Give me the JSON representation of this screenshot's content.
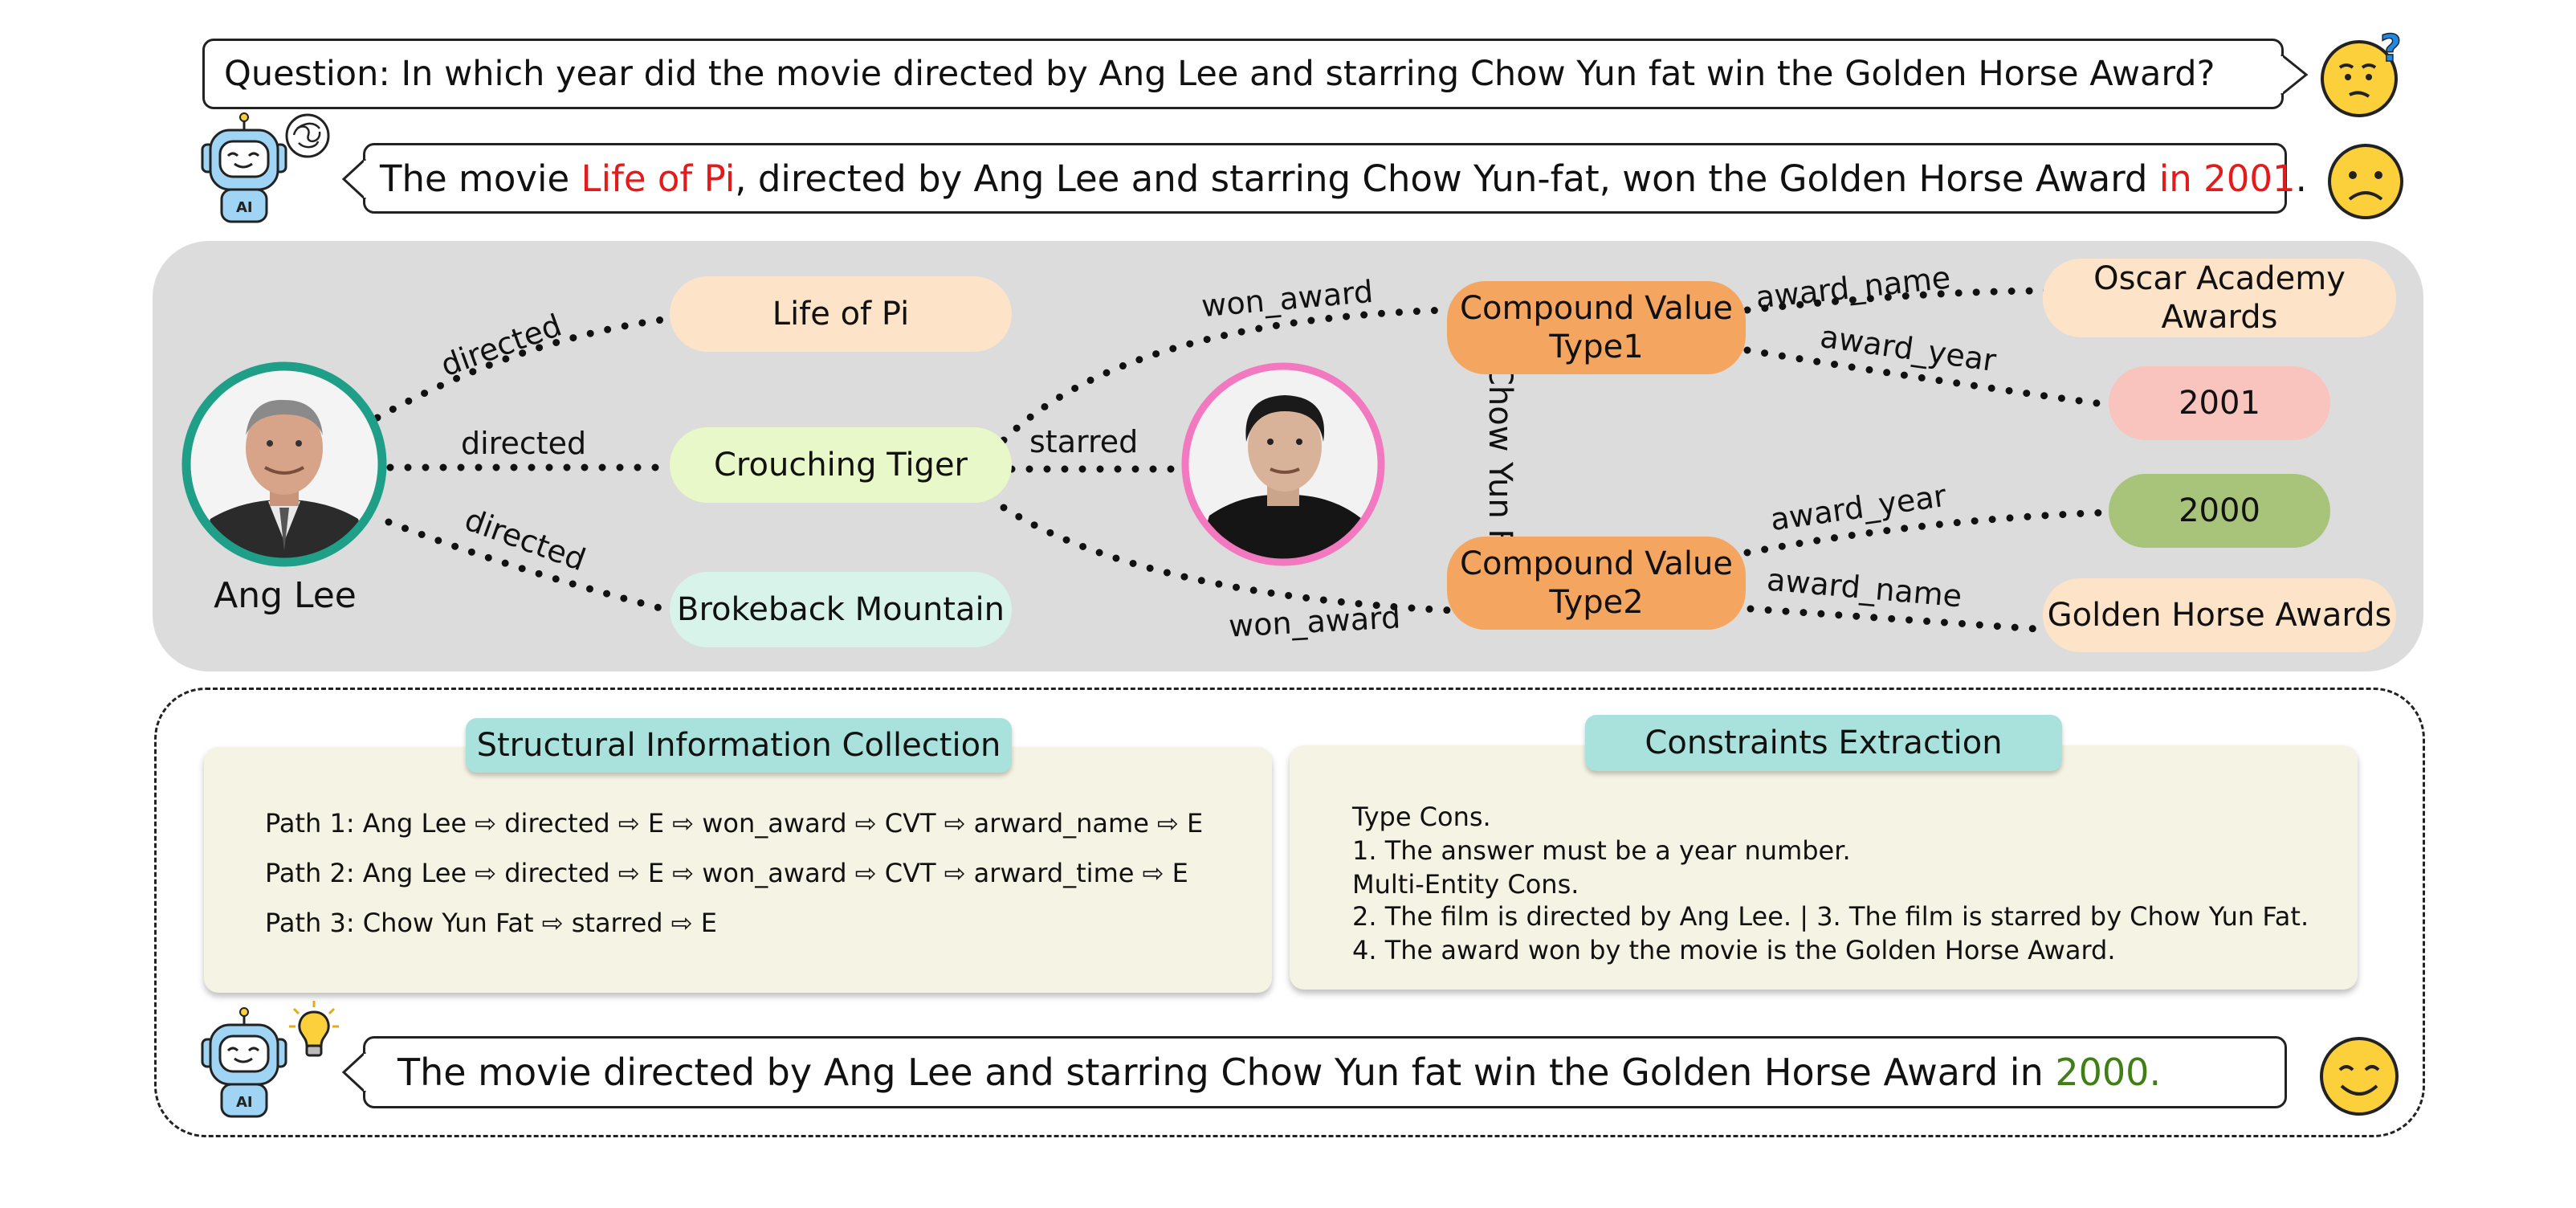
{
  "question": {
    "text": "Question: In which year did the movie directed by Ang Lee and starring Chow Yun fat win the Golden Horse Award?"
  },
  "first_answer": {
    "part1": "The movie ",
    "wrong_movie": "Life of Pi",
    "part2": ", directed by Ang Lee and starring Chow Yun-fat, won the Golden Horse Award ",
    "wrong_year": "in 2001",
    "part3": "."
  },
  "graph": {
    "ang_lee_label": "Ang Lee",
    "chow_label": "Chow Yun Fat",
    "nodes": {
      "life_of_pi": "Life of Pi",
      "crouching_tiger": "Crouching Tiger",
      "brokeback": "Brokeback Mountain",
      "cvt1_line1": "Compound Value",
      "cvt1_line2": "Type1",
      "cvt2_line1": "Compound Value",
      "cvt2_line2": "Type2",
      "oscar_line1": "Oscar Academy",
      "oscar_line2": "Awards",
      "year_2001": "2001",
      "year_2000": "2000",
      "golden_horse": "Golden Horse Awards"
    },
    "edges": {
      "directed_1": "directed",
      "directed_2": "directed",
      "directed_3": "directed",
      "starred": "starred",
      "won_award_1": "won_award",
      "won_award_2": "won_award",
      "award_name_1": "award_name",
      "award_year_1": "award_year",
      "award_year_2": "award_year",
      "award_name_2": "award_name"
    }
  },
  "structural": {
    "title": "Structural Information Collection",
    "paths": [
      "Path 1: Ang Lee ⇨ directed ⇨ E ⇨ won_award ⇨ CVT ⇨ arward_name ⇨ E",
      "Path 2: Ang Lee ⇨ directed ⇨ E ⇨ won_award ⇨ CVT ⇨ arward_time ⇨ E",
      "Path 3: Chow Yun Fat ⇨ starred ⇨ E"
    ]
  },
  "constraints": {
    "title": "Constraints Extraction",
    "lines": [
      "Type Cons.",
      "1. The answer must be a year number.",
      "Multi-Entity Cons.",
      "2. The film is directed by Ang Lee. | 3. The film is starred by Chow Yun Fat.",
      "4. The award won by the movie is the Golden Horse Award."
    ]
  },
  "final_answer": {
    "text": "The movie directed by Ang Lee and starring Chow Yun fat win the Golden Horse Award in ",
    "year": "2000."
  },
  "colors": {
    "panel_bg": "#dcdcdc",
    "peach": "#fde3c8",
    "light_green": "#e9f8c8",
    "mint": "#d8f3ea",
    "orange": "#f4a660",
    "pink": "#f9c4bd",
    "olive": "#a8c37a",
    "card_bg": "#f5f3e3",
    "card_title": "#a9e2dc",
    "wrong": "#e31b1b",
    "correct": "#3f7f14"
  },
  "icons": [
    "robot-icon",
    "thought-scribble-icon",
    "lightbulb-icon",
    "thinking-emoji-icon",
    "sad-emoji-icon",
    "smile-emoji-icon"
  ]
}
